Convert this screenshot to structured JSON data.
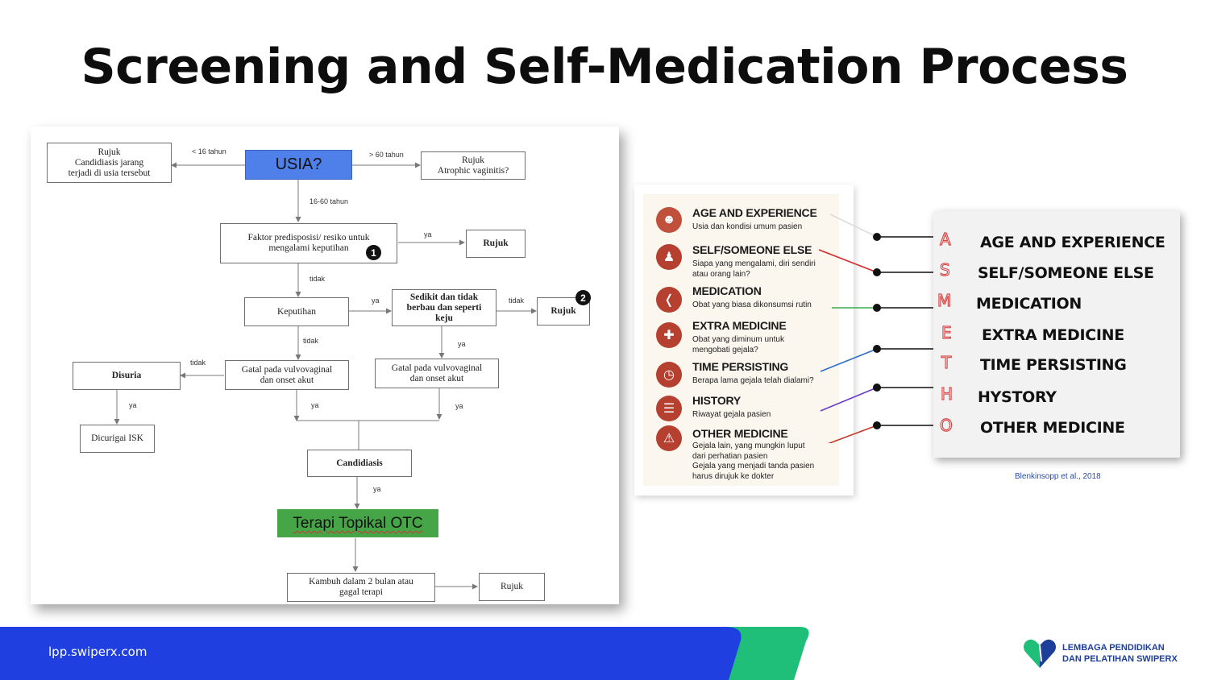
{
  "title": "Screening and Self-Medication Process",
  "flowchart": {
    "usia": "USIA?",
    "rujuk_muda": [
      "Rujuk",
      "Candidiasis jarang",
      "terjadi di usia tersebut"
    ],
    "rujuk_tua": [
      "Rujuk",
      "Atrophic vaginitis?"
    ],
    "label_lt16": "< 16 tahun",
    "label_gt60": "> 60 tahun",
    "label_1660": "16-60 tahun",
    "faktor": [
      "Faktor predisposisi/ resiko untuk",
      "mengalami keputihan"
    ],
    "badge1": "1",
    "rujuk1": "Rujuk",
    "label_ya1": "ya",
    "label_tidak1": "tidak",
    "keputihan": "Keputihan",
    "label_ya2": "ya",
    "sedikit": [
      "Sedikit dan tidak",
      "berbau dan seperti",
      "keju"
    ],
    "label_tidak2": "tidak",
    "rujuk2": "Rujuk",
    "badge2": "2",
    "label_tidak3": "tidak",
    "label_ya3": "ya",
    "gatal_kiri": [
      "Gatal pada vulvovaginal",
      "dan onset akut"
    ],
    "gatal_kanan": [
      "Gatal pada vulvovaginal",
      "dan onset akut"
    ],
    "label_tidak4": "tidak",
    "disuria": "Disuria",
    "label_ya4": "ya",
    "label_ya5": "ya",
    "label_ya6": "ya",
    "dicurigai": "Dicurigai ISK",
    "candidiasis": "Candidiasis",
    "label_ya7": "ya",
    "terapi": "Terapi Topikal OTC",
    "kambuh": [
      "Kambuh dalam 2 bulan atau",
      "gagal terapi"
    ],
    "rujuk3": "Rujuk"
  },
  "asmetho_left": [
    {
      "icon": "person-icon",
      "heading": "AGE AND EXPERIENCE",
      "desc": [
        "Usia dan kondisi umum pasien"
      ]
    },
    {
      "icon": "people-icon",
      "heading": "SELF/SOMEONE ELSE",
      "desc": [
        "Siapa yang mengalami, diri sendiri",
        "atau orang lain?"
      ]
    },
    {
      "icon": "pill-icon",
      "heading": "MEDICATION",
      "desc": [
        "Obat yang biasa dikonsumsi rutin"
      ]
    },
    {
      "icon": "medicine-bottle-icon",
      "heading": "EXTRA MEDICINE",
      "desc": [
        "Obat yang diminum untuk",
        "mengobati gejala?"
      ]
    },
    {
      "icon": "clock-icon",
      "heading": "TIME PERSISTING",
      "desc": [
        "Berapa lama gejala telah dialami?"
      ]
    },
    {
      "icon": "book-icon",
      "heading": "HISTORY",
      "desc": [
        "Riwayat gejala pasien"
      ]
    },
    {
      "icon": "warning-icon",
      "heading": "OTHER MEDICINE",
      "desc": [
        "Gejala lain, yang mungkin luput",
        "dari perhatian pasien",
        "Gejala yang menjadi tanda pasien",
        "harus dirujuk ke dokter"
      ]
    }
  ],
  "asmetho_right": [
    {
      "letter": "A",
      "word": "AGE AND EXPERIENCE"
    },
    {
      "letter": "S",
      "word": "SELF/SOMEONE ELSE"
    },
    {
      "letter": "M",
      "word": "MEDICATION"
    },
    {
      "letter": "E",
      "word": "EXTRA MEDICINE"
    },
    {
      "letter": "T",
      "word": "TIME PERSISTING"
    },
    {
      "letter": "H",
      "word": "HYSTORY"
    },
    {
      "letter": "O",
      "word": "OTHER MEDICINE"
    }
  ],
  "connector_colors": [
    "#dcdcdc",
    "#d42a2a",
    "#3aab4a",
    "#2f6ecb",
    "#2f6ecb",
    "#6a3cc4",
    "#c43a2a"
  ],
  "citation": "Blenkinsopp et al., 2018",
  "footer": {
    "url": "lpp.swiperx.com",
    "logo_line1": "LEMBAGA PENDIDIKAN",
    "logo_line2": "DAN PELATIHAN SWIPERX",
    "band_color": "#1f3fe0",
    "accent_color": "#1fbf7a"
  }
}
